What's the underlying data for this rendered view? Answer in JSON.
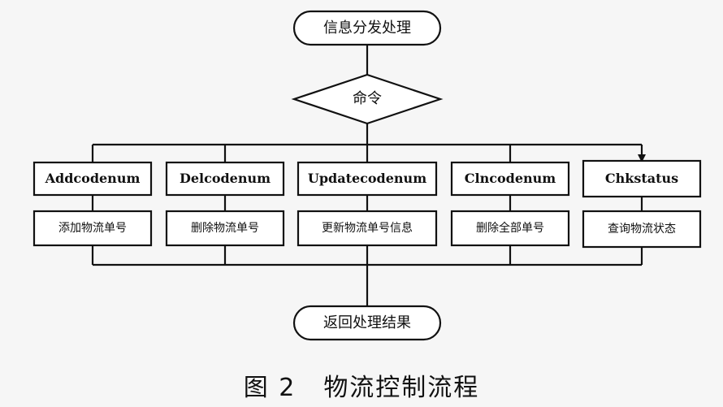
{
  "diagram": {
    "start_label": "信息分发处理",
    "decision_label": "命令",
    "functions": [
      {
        "name": "Addcodenum",
        "description": "添加物流单号"
      },
      {
        "name": "Delcodenum",
        "description": "删除物流单号"
      },
      {
        "name": "Updatecodenum",
        "description": "更新物流单号信息"
      },
      {
        "name": "Clncodenum",
        "description": "删除全部单号"
      },
      {
        "name": "Chkstatus",
        "description": "查询物流状态"
      }
    ],
    "end_label": "返回处理结果"
  },
  "caption": {
    "figure_number": "图 2",
    "title": "物流控制流程"
  }
}
